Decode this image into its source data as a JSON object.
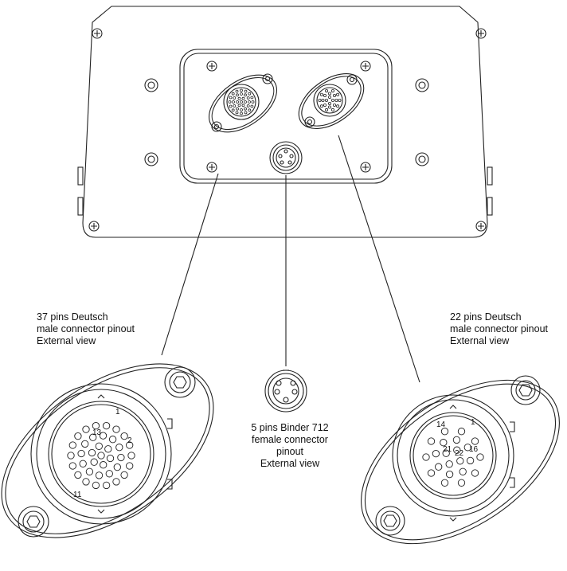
{
  "captions": {
    "deutsch37": [
      "37 pins Deutsch",
      "male connector pinout",
      "External view"
    ],
    "deutsch22": [
      "22 pins Deutsch",
      "male connector pinout",
      "External view"
    ],
    "binder5": [
      "5 pins Binder 712",
      "female connector",
      "pinout",
      "External view"
    ]
  },
  "pin_labels": {
    "deutsch37": {
      "first": "1",
      "inner": "13",
      "inner2": "2",
      "last": "11"
    },
    "deutsch22": {
      "p14": "14",
      "p1": "1",
      "p21": "21",
      "p22": "22",
      "p16": "16"
    }
  }
}
